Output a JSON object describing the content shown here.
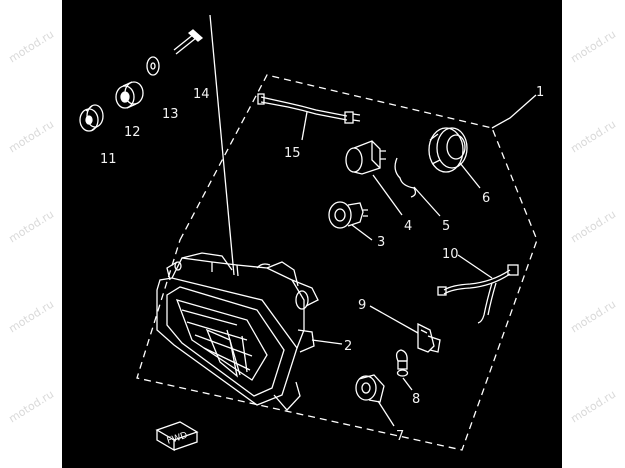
{
  "watermark": {
    "text": "motod.ru"
  },
  "diagram": {
    "fwd_label": "FWD",
    "callouts": [
      {
        "id": "1",
        "label": "1"
      },
      {
        "id": "2",
        "label": "2"
      },
      {
        "id": "3",
        "label": "3"
      },
      {
        "id": "4",
        "label": "4"
      },
      {
        "id": "5",
        "label": "5"
      },
      {
        "id": "6",
        "label": "6"
      },
      {
        "id": "7",
        "label": "7"
      },
      {
        "id": "8",
        "label": "8"
      },
      {
        "id": "9",
        "label": "9"
      },
      {
        "id": "10",
        "label": "10"
      },
      {
        "id": "11",
        "label": "11"
      },
      {
        "id": "12",
        "label": "12"
      },
      {
        "id": "13",
        "label": "13"
      },
      {
        "id": "14",
        "label": "14"
      },
      {
        "id": "15",
        "label": "15"
      }
    ]
  }
}
